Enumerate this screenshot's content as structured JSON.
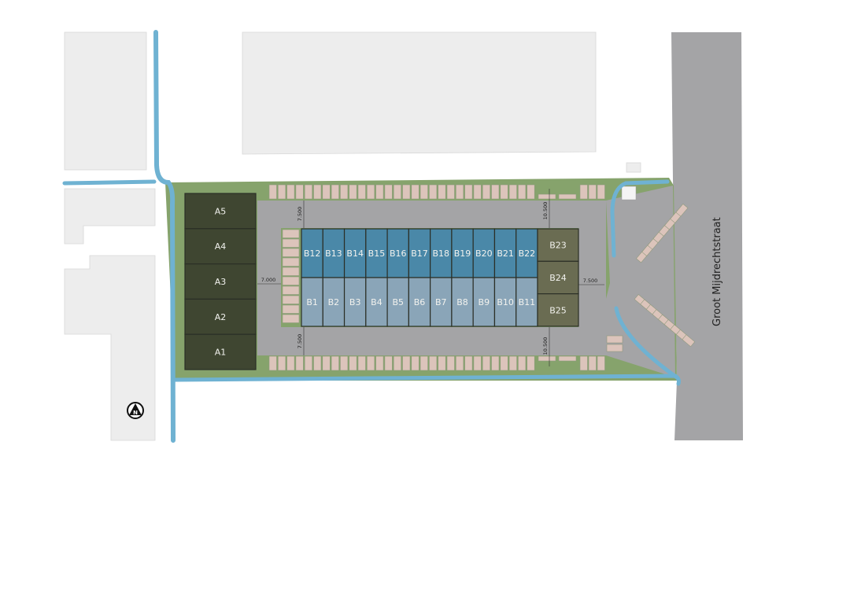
{
  "map": {
    "street_name": "Groot Mijdrechtstraat",
    "north_label": "N",
    "colors": {
      "water": "#6fb2d2",
      "grass": "#86a36c",
      "road": "#a4a4a6",
      "building_neighbor": "#ededed",
      "unit_a": "#3f4631",
      "unit_b_top": "#4a88a8",
      "unit_b_bottom": "#8aa5b8",
      "unit_b_end": "#6a6c52",
      "parking": "#dcc4bb"
    },
    "units_a": [
      "A5",
      "A4",
      "A3",
      "A2",
      "A1"
    ],
    "units_b_top": [
      "B12",
      "B13",
      "B14",
      "B15",
      "B16",
      "B17",
      "B18",
      "B19",
      "B20",
      "B21",
      "B22"
    ],
    "units_b_bottom": [
      "B1",
      "B2",
      "B3",
      "B4",
      "B5",
      "B6",
      "B7",
      "B8",
      "B9",
      "B10",
      "B11"
    ],
    "units_b_end": [
      "B23",
      "B24",
      "B25"
    ],
    "dimensions": {
      "top_left": "7.500",
      "bottom_left": "7.500",
      "left": "7.000",
      "top_right": "10.500",
      "bottom_right": "10.500",
      "right": "7.500"
    }
  }
}
